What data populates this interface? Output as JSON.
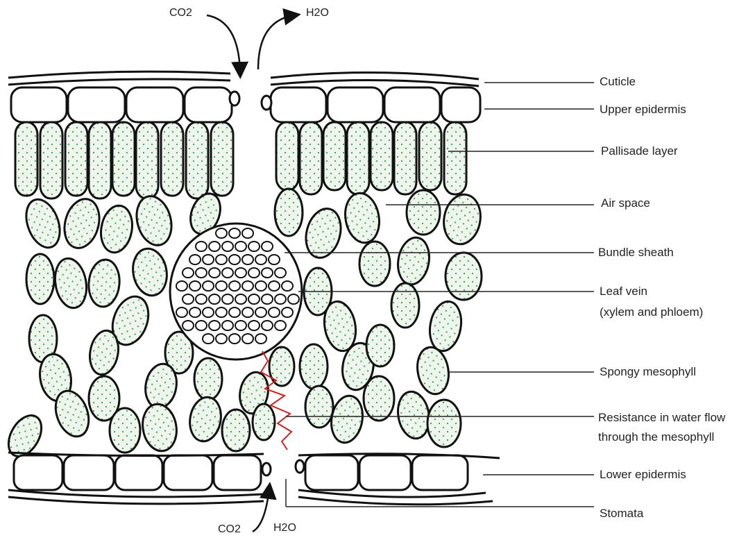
{
  "gas_labels": {
    "top_in": "CO2",
    "top_out": "H2O",
    "bottom_in": "CO2",
    "bottom_out": "H2O"
  },
  "labels": {
    "cuticle": "Cuticle",
    "upper_epidermis": "Upper epidermis",
    "palisade_layer": "Pallisade layer",
    "air_space": "Air space",
    "bundle_sheath": "Bundle sheath",
    "leaf_vein_line1": "Leaf vein",
    "leaf_vein_line2": "(xylem and phloem)",
    "spongy_mesophyll": "Spongy mesophyll",
    "resistance_line1": "Resistance in water flow",
    "resistance_line2": "through the mesophyll",
    "lower_epidermis": "Lower epidermis",
    "stomata": "Stomata"
  },
  "colors": {
    "outline": "#111111",
    "cell_fill": "#eef5ec",
    "dots": "#3a9a4a",
    "resistance": "#d22020",
    "leader": "#222222"
  }
}
